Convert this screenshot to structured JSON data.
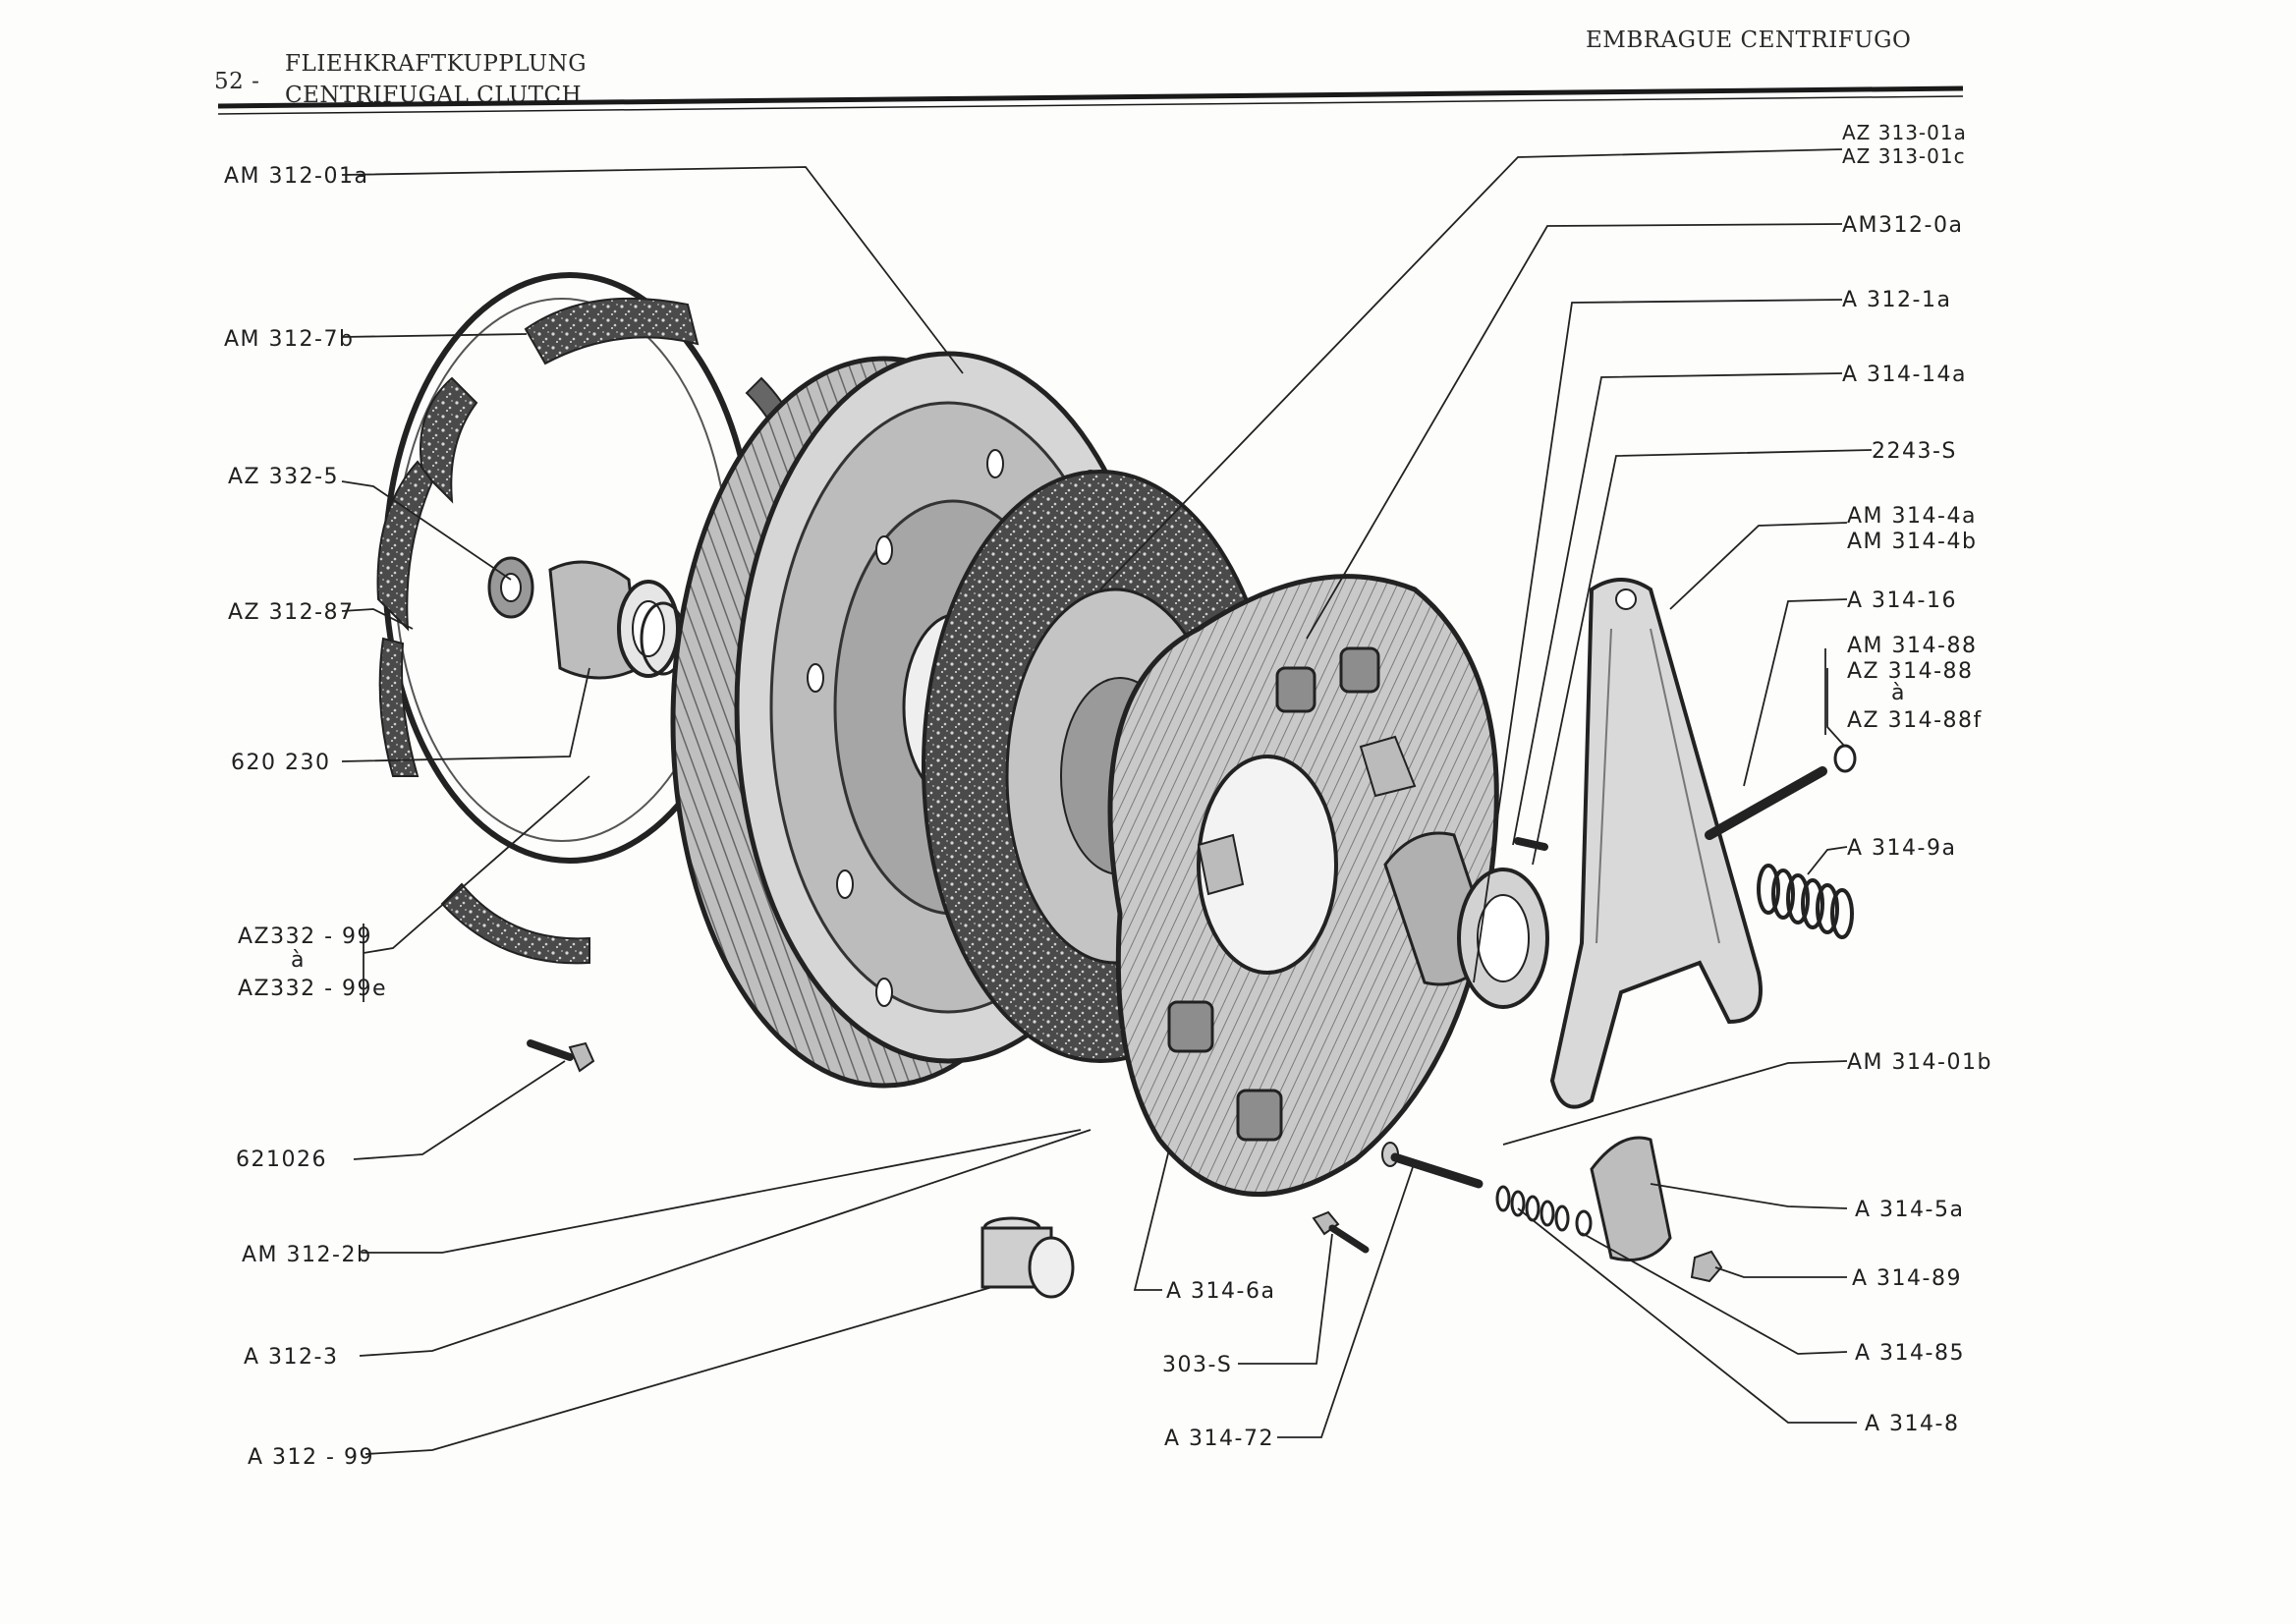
{
  "header": {
    "page_number": "52 -",
    "title_de": "FLIEHKRAFTKUPPLUNG",
    "title_en": "CENTRIFUGAL CLUTCH",
    "title_es": "EMBRAGUE CENTRIFUGO"
  },
  "labels": {
    "am312_01a": "AM 312-01a",
    "am312_7b": "AM 312-7b",
    "az332_5": "AZ 332-5",
    "az312_87": "AZ 312-87",
    "p620230": "620 230",
    "az332_99": "AZ332 - 99",
    "a_left": "à",
    "az332_99e": "AZ332 - 99e",
    "p621026": "621026",
    "am312_2b": "AM 312-2b",
    "a312_3": "A 312-3",
    "a312_99": "A 312 - 99",
    "az313_01a": "AZ 313-01a",
    "az313_01c": "AZ 313-01c",
    "am312_0a": "AM312-0a",
    "a312_1a": "A 312-1a",
    "a314_14a": "A 314-14a",
    "p2243s": "2243-S",
    "am314_4a": "AM 314-4a",
    "am314_4b": "AM 314-4b",
    "a314_16": "A 314-16",
    "am314_88": "AM 314-88",
    "az314_88": "AZ 314-88",
    "a_right": "à",
    "az314_88f": "AZ 314-88f",
    "a314_9a": "A 314-9a",
    "am314_01b": "AM 314-01b",
    "a314_5a": "A 314-5a",
    "a314_89": "A 314-89",
    "a314_85": "A 314-85",
    "a314_8": "A 314-8",
    "a314_6a": "A 314-6a",
    "p303s": "303-S",
    "a314_72": "A 314-72"
  },
  "colors": {
    "ink": "#222222",
    "paper": "#fdfdfc",
    "shade": "#8a8a8a",
    "lining": "#3b3b3b"
  }
}
